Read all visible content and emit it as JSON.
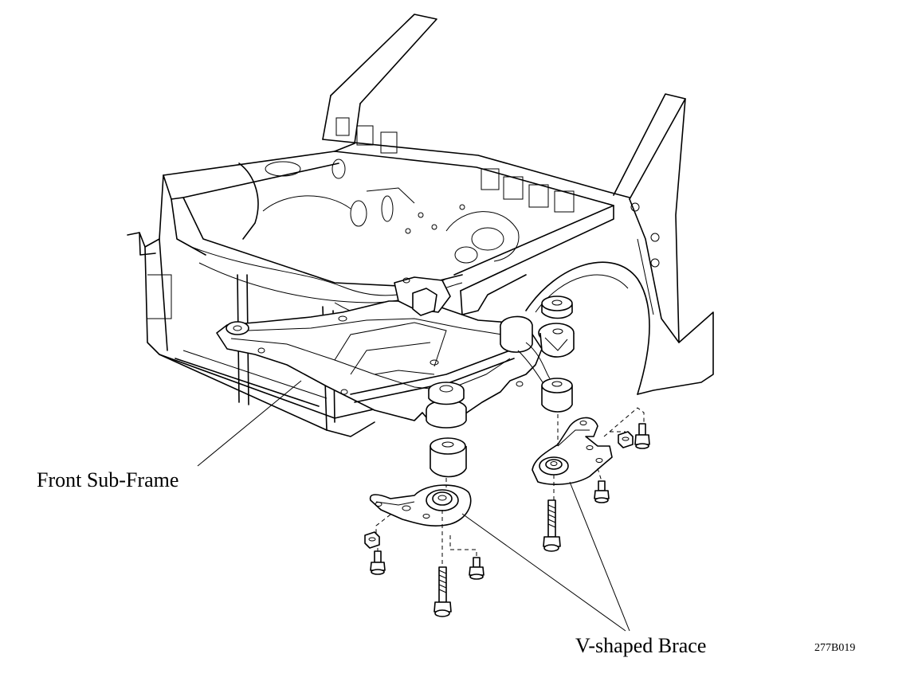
{
  "labels": {
    "front_sub_frame": "Front Sub-Frame",
    "v_shaped_brace": "V-shaped Brace",
    "figure_code": "277B019"
  },
  "colors": {
    "line": "#000000",
    "background": "#ffffff"
  }
}
